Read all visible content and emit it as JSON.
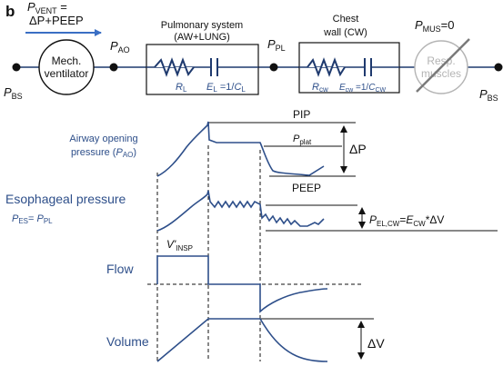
{
  "panel_label": "b",
  "colors": {
    "wire": "#1f3a6e",
    "trace": "#2e4f8a",
    "arrow": "#3a6fc4",
    "muscle_gray": "#b4b4b4",
    "black": "#111111"
  },
  "circuit": {
    "p_vent": {
      "main": "P",
      "sub": "VENT",
      "suffix": " ="
    },
    "vent_formula": "ΔP+PEEP",
    "ventilator": {
      "line1": "Mech.",
      "line2": "ventilator"
    },
    "p_bs_left": {
      "main": "P",
      "sub": "BS"
    },
    "p_ao": {
      "main": "P",
      "sub": "AO"
    },
    "pulmonary": {
      "line1": "Pulmonary system",
      "line2": "(AW+LUNG)"
    },
    "r_l": {
      "main": "R",
      "sub": "L"
    },
    "e_l": {
      "main": "E",
      "sub": "L",
      "eq": " =1/",
      "main2": "C",
      "sub2": "L"
    },
    "p_pl": {
      "main": "P",
      "sub": "PL"
    },
    "chest": {
      "line1": "Chest",
      "line2": "wall (CW)"
    },
    "r_cw": {
      "main": "R",
      "sub": "cw"
    },
    "e_cw": {
      "main": "E",
      "sub": "cw",
      "eq": " =1/",
      "main2": "C",
      "sub2": "CW"
    },
    "p_mus": {
      "main": "P",
      "sub": "MUS",
      "suffix": "=0"
    },
    "resp_muscles": {
      "line1": "Resp.",
      "line2": "muscles"
    },
    "p_bs_right": {
      "main": "P",
      "sub": "BS"
    }
  },
  "waveforms": {
    "ao_label": {
      "line1": "Airway opening",
      "line2_pre": "pressure (",
      "line2_main": "P",
      "line2_sub": "AO",
      "line2_post": ")"
    },
    "pip": "PIP",
    "p_plat": {
      "main": "P",
      "sub": "plat"
    },
    "delta_p": "ΔP",
    "es_label": "Esophageal pressure",
    "p_es": {
      "main": "P",
      "sub": "ES",
      "eq": "= ",
      "main2": "P",
      "sub2": "PL"
    },
    "peep": "PEEP",
    "p_el_cw": {
      "main": "P",
      "sub": "EL,CW",
      "eq": "=",
      "main2": "E",
      "sub2": "CW",
      "post": "*ΔV"
    },
    "flow_label": "Flow",
    "v_insp": {
      "main": "V'",
      "sub": "INSP"
    },
    "volume_label": "Volume",
    "delta_v": "ΔV"
  }
}
